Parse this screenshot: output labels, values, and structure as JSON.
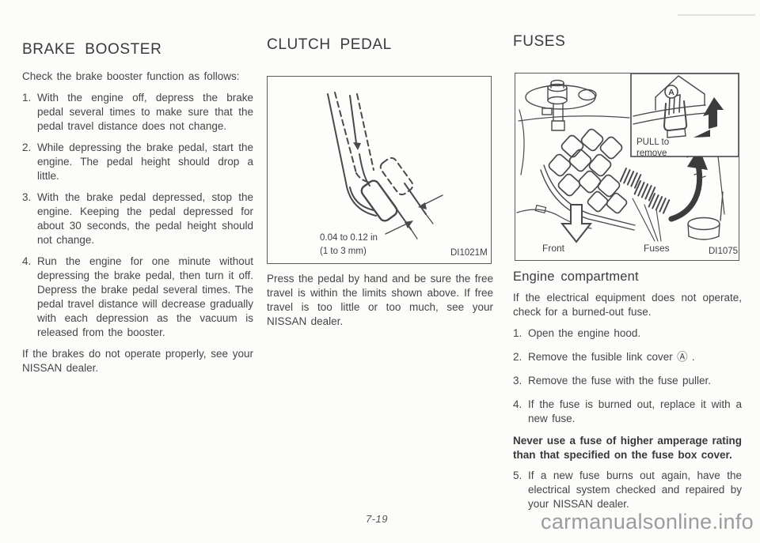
{
  "colors": {
    "page_bg": "#fcfcfb",
    "text": "#454545",
    "figure_line": "#4a4a4a",
    "watermark": "#9c9c9c"
  },
  "brake_booster": {
    "title": "BRAKE BOOSTER",
    "intro": "Check the brake booster function as follows:",
    "steps": [
      {
        "num": "1.",
        "text": "With the engine off, depress the brake pedal several times to make sure that the pedal travel distance does not change."
      },
      {
        "num": "2.",
        "text": "While depressing the brake pedal, start the engine. The pedal height should drop a little."
      },
      {
        "num": "3.",
        "text": "With the brake pedal depressed, stop the engine. Keeping the pedal depressed for about 30 seconds, the pedal height should not change."
      },
      {
        "num": "4.",
        "text": "Run the engine for one minute without depressing the brake pedal, then turn it off. Depress the brake pedal several times. The pedal travel distance will decrease gradually with each depression as the vacuum is released from the booster."
      }
    ],
    "note": "If the brakes do not operate properly, see your NISSAN dealer."
  },
  "clutch_pedal": {
    "title": "CLUTCH PEDAL",
    "figure": {
      "dim_in": "0.04 to 0.12 in",
      "dim_mm": "(1 to 3 mm)",
      "code": "DI1021M"
    },
    "body": "Press the pedal by hand and be sure the free travel is within the limits shown above. If free travel is too little or too much, see your NISSAN dealer."
  },
  "fuses": {
    "title": "FUSES",
    "figure": {
      "inset_label": "A",
      "pull_line1": "PULL to",
      "pull_line2": "remove",
      "front_label": "Front",
      "fuses_label": "Fuses",
      "code": "DI1075"
    },
    "subheading": "Engine compartment",
    "intro": "If the electrical equipment does not operate, check for a burned-out fuse.",
    "steps": [
      {
        "num": "1.",
        "text": "Open the engine hood."
      },
      {
        "num": "2.",
        "text": "Remove the fusible link cover Ⓐ ."
      },
      {
        "num": "3.",
        "text": "Remove the fuse with the fuse puller."
      },
      {
        "num": "4.",
        "text": "If the fuse is burned out, replace it with a new fuse."
      }
    ],
    "warning": "Never use a fuse of higher amperage rating than that specified on the fuse box cover.",
    "step5": {
      "num": "5.",
      "text": "If a new fuse burns out again, have the electrical system checked and repaired by your NISSAN dealer."
    }
  },
  "footer": {
    "page_number": "7-19",
    "watermark": "carmanualsonline.info"
  }
}
